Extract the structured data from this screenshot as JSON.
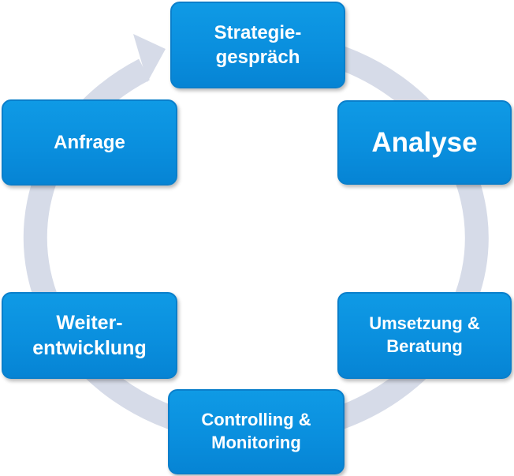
{
  "colors": {
    "box_fill": "#0a8fde",
    "box_border": "#0a7fcb",
    "box_text": "#ffffff",
    "ring": "#d6dbe8"
  },
  "steps": [
    {
      "id": "strategiegespraech",
      "lines": [
        "Strategie-",
        "gespräch"
      ]
    },
    {
      "id": "analyse",
      "lines": [
        "Analyse"
      ]
    },
    {
      "id": "umsetzung-beratung",
      "lines": [
        "Umsetzung &",
        "Beratung"
      ]
    },
    {
      "id": "controlling-monitoring",
      "lines": [
        "Controlling &",
        "Monitoring"
      ]
    },
    {
      "id": "weiterentwicklung",
      "lines": [
        "Weiter-",
        "entwicklung"
      ]
    },
    {
      "id": "anfrage",
      "lines": [
        "Anfrage"
      ]
    }
  ]
}
